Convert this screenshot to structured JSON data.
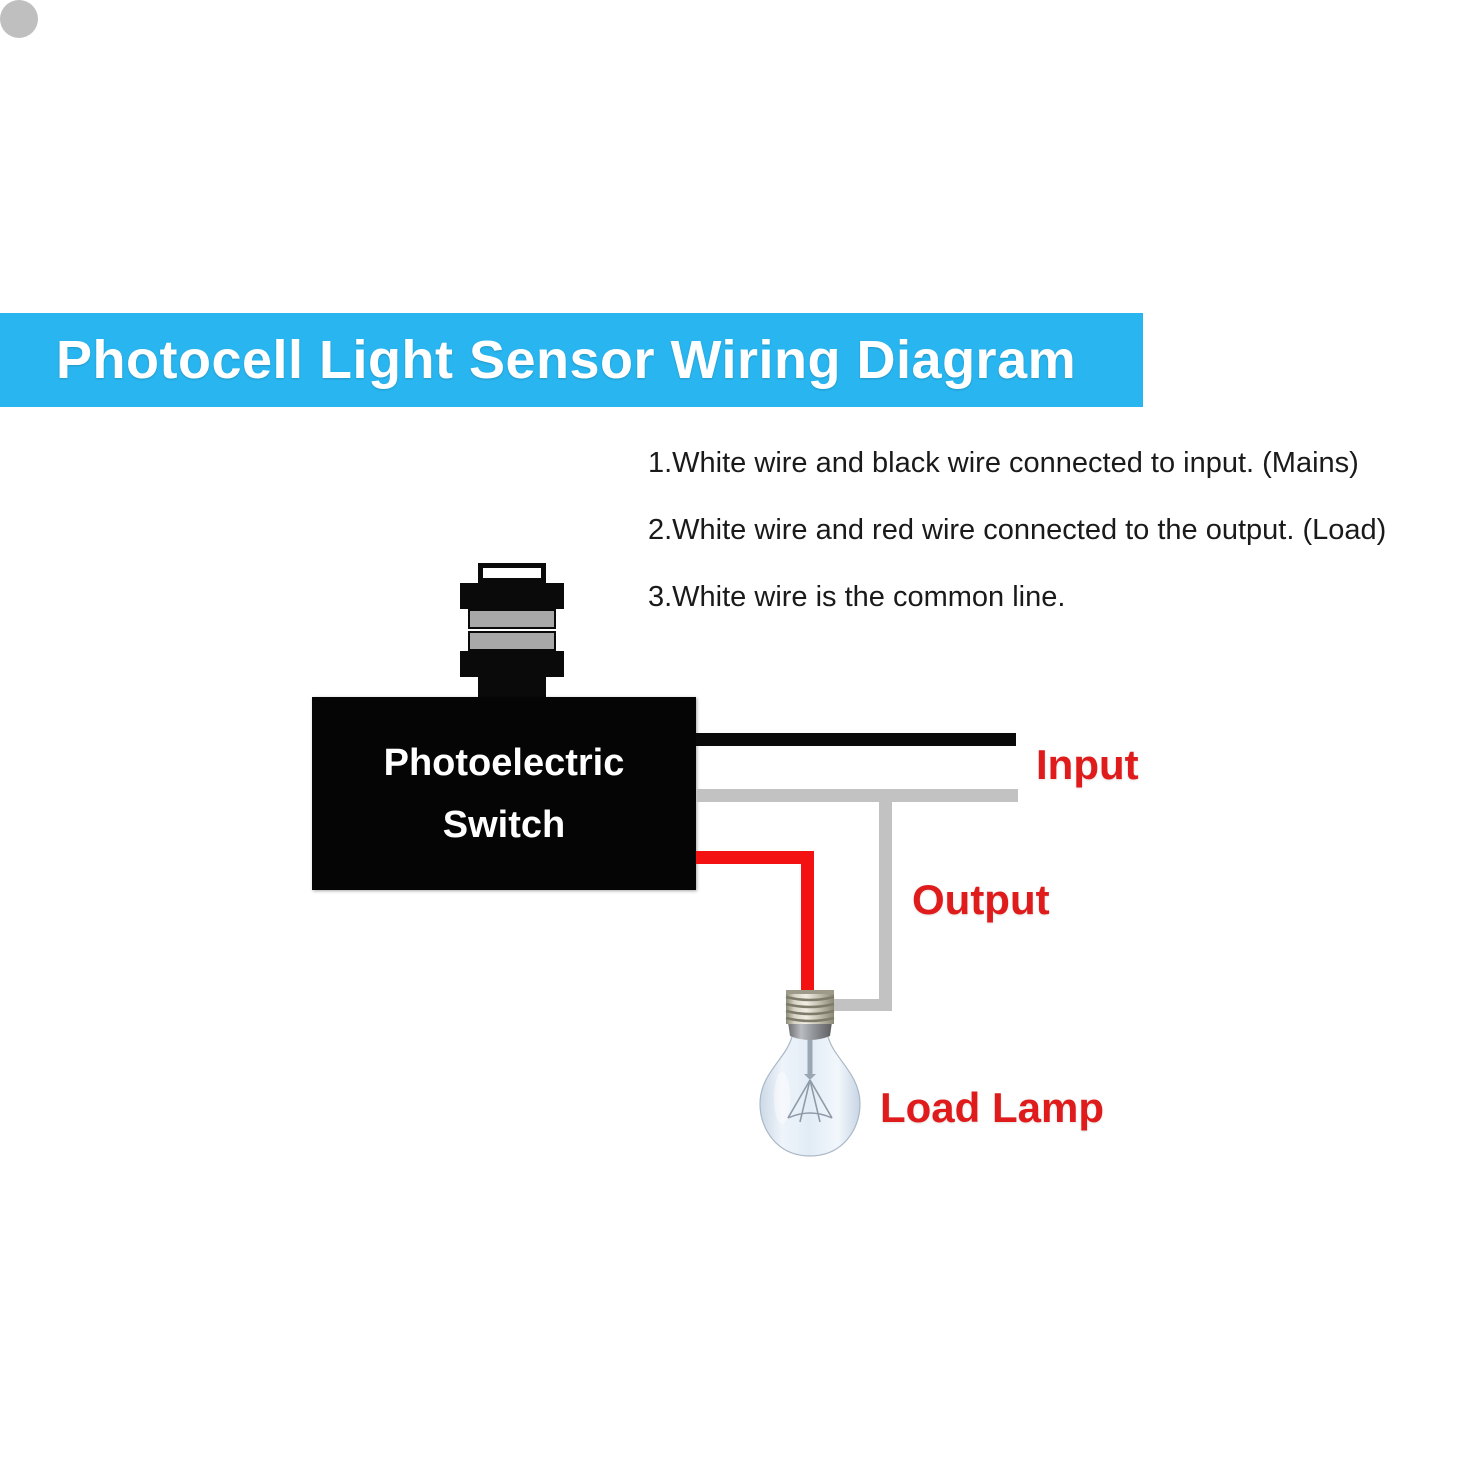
{
  "banner": {
    "title": "Photocell Light Sensor Wiring Diagram",
    "background_color": "#29b6f0",
    "text_color": "#ffffff"
  },
  "instructions": [
    "1.White wire and black wire connected to input. (Mains)",
    "2.White wire and red wire connected to the output. (Load)",
    "3.White wire is the common line."
  ],
  "diagram": {
    "switch": {
      "label_line_1": "Photoelectric",
      "label_line_2": "Switch",
      "body_color": "#050505",
      "text_color": "#ffffff"
    },
    "sensor": {
      "name": "photocell sensor dome",
      "band_color": "#a8a8a8",
      "flange_color": "#0a0a0a",
      "window_color": "#ffffff"
    },
    "wires": [
      {
        "name": "black-input-wire",
        "color": "#0a0a0a",
        "role": "input line"
      },
      {
        "name": "white-common-wire",
        "color": "#c2c2c2",
        "role": "common line"
      },
      {
        "name": "red-output-wire",
        "color": "#f41111",
        "role": "output line to load"
      }
    ],
    "junction": {
      "name": "white wire junction node",
      "color": "#bfbfbf"
    },
    "labels": {
      "input": "Input",
      "output": "Output",
      "load": "Load Lamp",
      "color": "#e01b1b"
    },
    "lamp": {
      "name": "incandescent load lamp",
      "base_color": "#b9b7a6",
      "glass_color": "#dde7f2"
    }
  }
}
